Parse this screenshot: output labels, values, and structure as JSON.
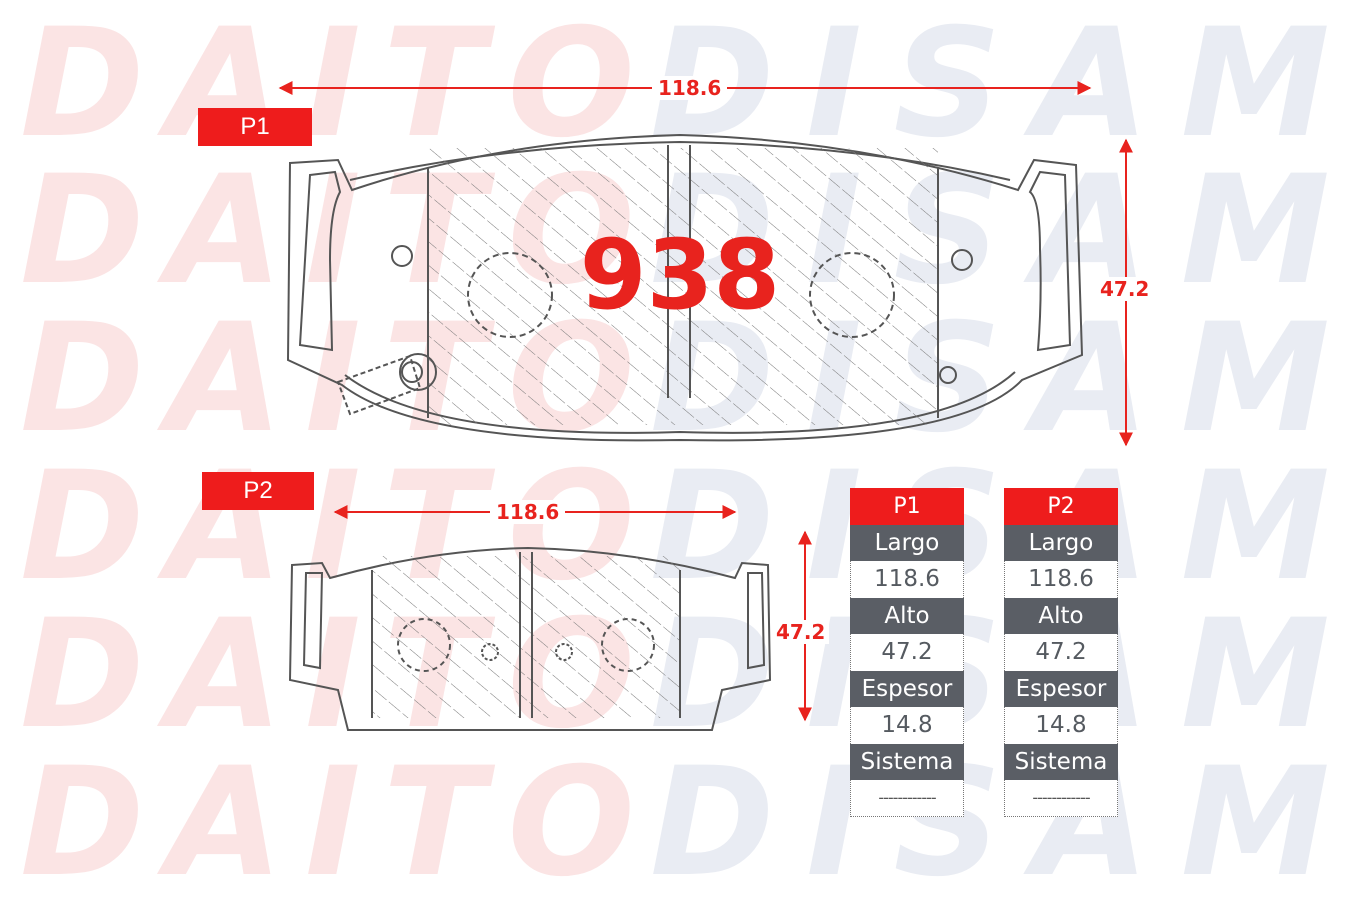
{
  "watermark": {
    "left_word": "DAITO",
    "right_word": "DISAM"
  },
  "product_code": "938",
  "pads": [
    {
      "tag": "P1",
      "width_label": "118.6",
      "height_label": "47.2"
    },
    {
      "tag": "P2",
      "width_label": "118.6",
      "height_label": "47.2"
    }
  ],
  "spec_tables": [
    {
      "header": "P1",
      "largo_label": "Largo",
      "largo_value": "118.6",
      "alto_label": "Alto",
      "alto_value": "47.2",
      "espesor_label": "Espesor",
      "espesor_value": "14.8",
      "sistema_label": "Sistema",
      "sistema_value": "------------"
    },
    {
      "header": "P2",
      "largo_label": "Largo",
      "largo_value": "118.6",
      "alto_label": "Alto",
      "alto_value": "47.2",
      "espesor_label": "Espesor",
      "espesor_value": "14.8",
      "sistema_label": "Sistema",
      "sistema_value": "------------"
    }
  ],
  "colors": {
    "accent_red": "#ee1c1c",
    "label_gray": "#5a5e65",
    "watermark_red": "#fbe4e4",
    "watermark_blue": "#e9ecf3"
  }
}
